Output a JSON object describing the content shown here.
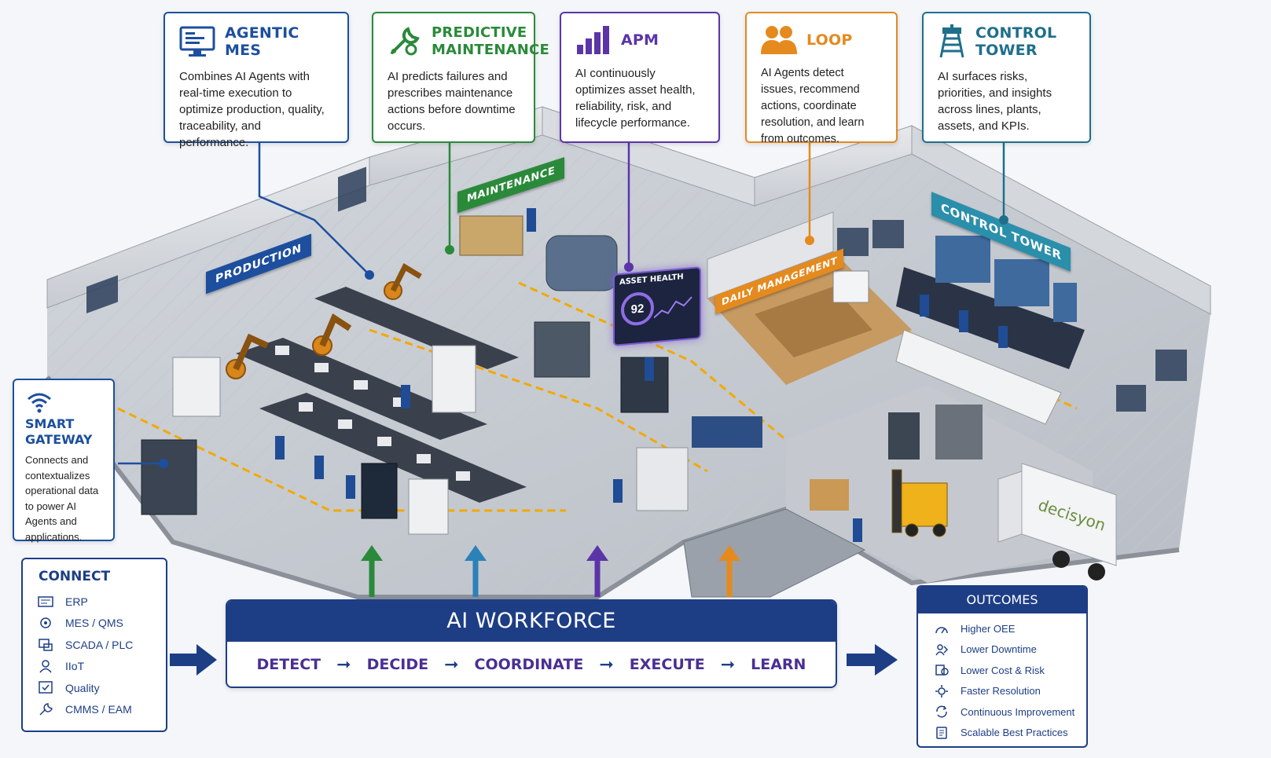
{
  "callouts": {
    "agentic_mes": {
      "title": "AGENTIC MES",
      "description": "Combines AI Agents with real-time execution to optimize production, quality, traceability, and performance.",
      "color": "#1d4f9e",
      "icon": "monitor-icon"
    },
    "predictive_maintenance": {
      "title": "PREDICTIVE MAINTENANCE",
      "description": "AI predicts failures and prescribes maintenance actions before downtime occurs.",
      "color": "#2a8a3a",
      "icon": "wrench-gear-icon"
    },
    "apm": {
      "title": "APM",
      "description": "AI continuously optimizes asset health, reliability, risk, and lifecycle performance.",
      "color": "#5b35a8",
      "icon": "bar-chart-icon"
    },
    "loop": {
      "title": "LOOP",
      "description": "AI Agents detect issues, recommend actions, coordinate resolution, and learn from outcomes.",
      "color": "#e48a1e",
      "icon": "people-icon"
    },
    "control_tower": {
      "title": "CONTROL TOWER",
      "description": "AI surfaces risks, priorities, and insights across lines, plants, assets, and KPIs.",
      "color": "#1f6f8b",
      "icon": "tower-icon"
    }
  },
  "area_signs": {
    "production": "PRODUCTION",
    "maintenance": "MAINTENANCE",
    "daily_management": "DAILY MANAGEMENT",
    "control_tower": "CONTROL TOWER"
  },
  "asset_health": {
    "label": "ASSET HEALTH",
    "score": "92"
  },
  "truck_brand": "decisyon",
  "smart_gateway": {
    "title": "SMART GATEWAY",
    "description": "Connects and contextualizes operational data to power AI Agents and applications.",
    "icon": "wifi-icon"
  },
  "connect": {
    "title": "CONNECT",
    "items": [
      {
        "label": "ERP",
        "icon": "erp-icon"
      },
      {
        "label": "MES / QMS",
        "icon": "mes-icon"
      },
      {
        "label": "SCADA / PLC",
        "icon": "scada-icon"
      },
      {
        "label": "IIoT",
        "icon": "iiot-icon"
      },
      {
        "label": "Quality",
        "icon": "quality-icon"
      },
      {
        "label": "CMMS / EAM",
        "icon": "cmms-icon"
      }
    ]
  },
  "workforce": {
    "title": "AI WORKFORCE",
    "steps": [
      "DETECT",
      "DECIDE",
      "COORDINATE",
      "EXECUTE",
      "LEARN"
    ]
  },
  "outcomes": {
    "title": "OUTCOMES",
    "items": [
      {
        "label": "Higher OEE",
        "icon": "gauge-icon"
      },
      {
        "label": "Lower Downtime",
        "icon": "downtime-icon"
      },
      {
        "label": "Lower Cost & Risk",
        "icon": "cost-icon"
      },
      {
        "label": "Faster Resolution",
        "icon": "speed-icon"
      },
      {
        "label": "Continuous Improvement",
        "icon": "cycle-icon"
      },
      {
        "label": "Scalable Best Practices",
        "icon": "practices-icon"
      }
    ]
  },
  "colors": {
    "navy": "#1d3e85",
    "blue": "#1d4f9e",
    "green": "#2a8a3a",
    "purple": "#5b35a8",
    "orange": "#e48a1e",
    "teal": "#1f6f8b"
  }
}
